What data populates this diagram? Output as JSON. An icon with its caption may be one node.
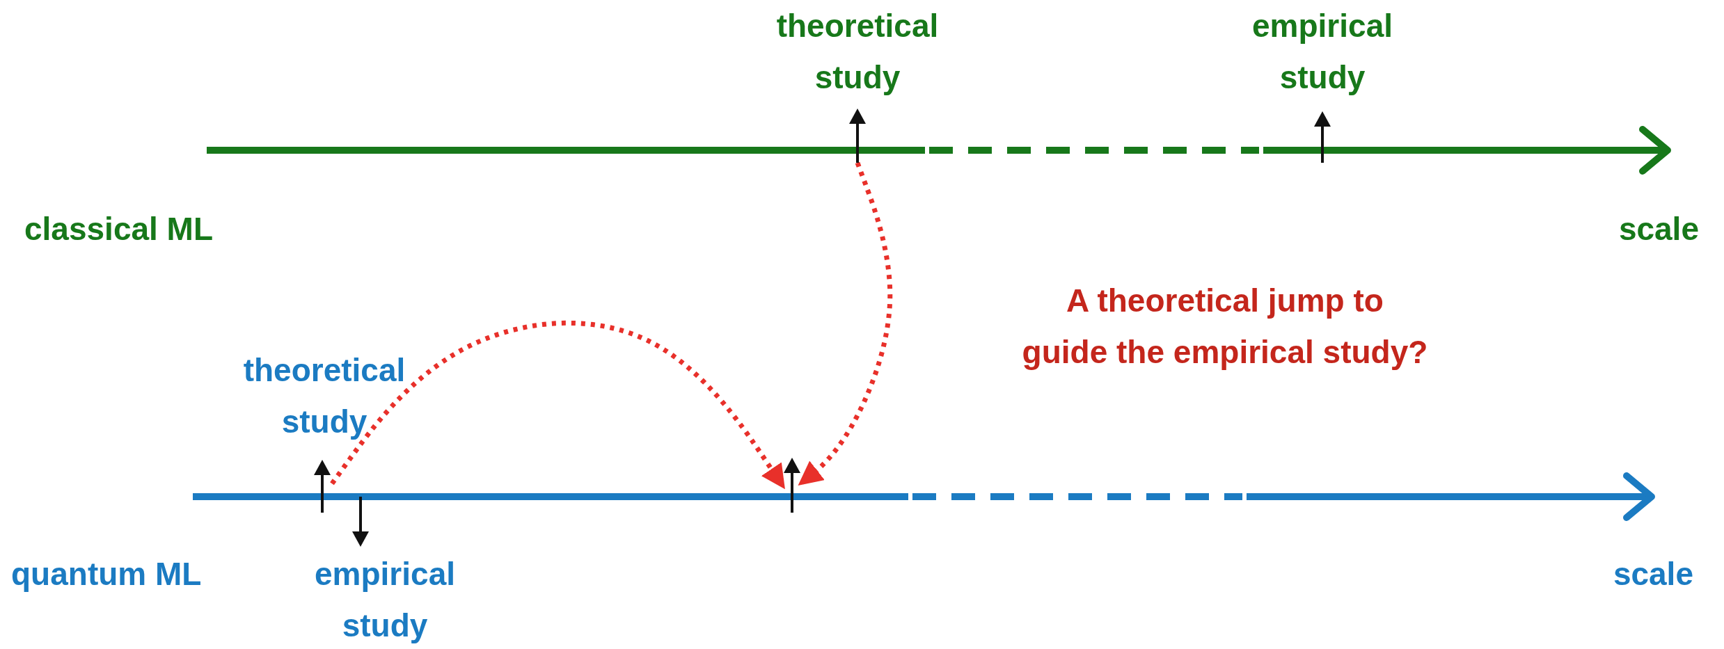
{
  "diagram": {
    "nodes": [
      {
        "text": [
          "theoretical study"
        ]
      },
      {
        "text": [
          "empirical study"
        ]
      },
      {
        "text": [],
        "shape": "arrow"
      },
      {
        "text": [
          "classical ML"
        ]
      },
      {
        "text": [
          "scale"
        ]
      },
      {
        "text": [
          "theoretical study"
        ]
      },
      {
        "text": [],
        "shape": "arrow"
      },
      {
        "text": [],
        "shape": "arrow"
      },
      {
        "text": [
          "quantum ML"
        ]
      },
      {
        "text": [
          "empirical study"
        ]
      },
      {
        "text": [
          "scale"
        ]
      }
    ],
    "edges": [
      {
        "from": 2,
        "to": 7,
        "arrow": "to"
      },
      {
        "from": 6,
        "to": 7,
        "arrow": "to"
      }
    ],
    "labels": [
      "A theoretical jump to guide the empirical study?"
    ]
  }
}
